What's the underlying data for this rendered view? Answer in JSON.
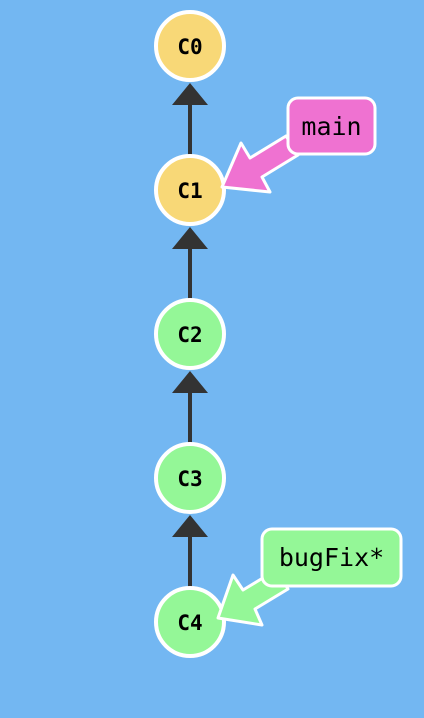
{
  "graph": {
    "commits": [
      {
        "id": "C0",
        "color": "#f8d877"
      },
      {
        "id": "C1",
        "color": "#f8d877"
      },
      {
        "id": "C2",
        "color": "#94f797"
      },
      {
        "id": "C3",
        "color": "#94f797"
      },
      {
        "id": "C4",
        "color": "#94f797"
      }
    ],
    "edge_color": "#333333",
    "node_stroke": "#ffffff"
  },
  "branches": [
    {
      "name": "main",
      "target": "C1",
      "color": "#ef72d1"
    },
    {
      "name": "bugFix*",
      "target": "C4",
      "color": "#94f797"
    }
  ]
}
